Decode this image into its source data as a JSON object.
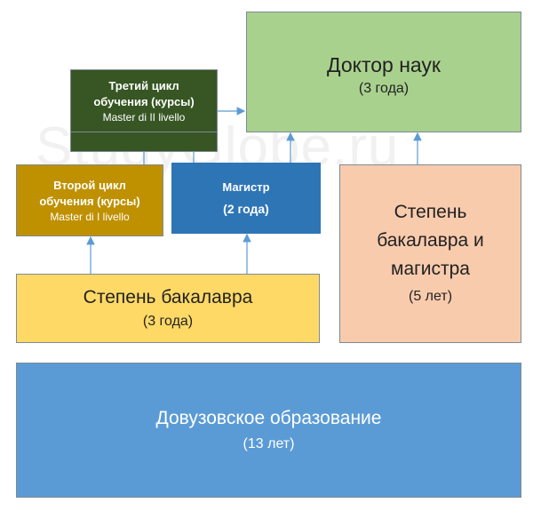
{
  "watermark": "StudyGlobe.ru",
  "doctor": {
    "title": "Доктор наук",
    "duration": "(3 года)"
  },
  "third_cycle": {
    "line1": "Третий цикл",
    "line2": "обучения (курсы)",
    "subtitle": "Master di II livello"
  },
  "second_cycle": {
    "line1": "Второй цикл",
    "line2": "обучения (курсы)",
    "subtitle": "Master di I livello"
  },
  "magistr": {
    "title": "Магистр",
    "duration": "(2 года)"
  },
  "bachelor_master": {
    "line1": "Степень",
    "line2": "бакалавра и",
    "line3": "магистра",
    "duration": "(5 лет)"
  },
  "bachelor": {
    "title": "Степень бакалавра",
    "duration": "(3 года)"
  },
  "pre_university": {
    "title": "Довузовское образование",
    "duration": "(13 лет)"
  },
  "colors": {
    "doctor": "#a9d18e",
    "third": "#375623",
    "second": "#bf9000",
    "magistr": "#2e75b6",
    "bach_mag": "#f8cbad",
    "bachelor": "#ffd966",
    "pre": "#5b9bd5",
    "arrow": "#5b9bd5"
  }
}
